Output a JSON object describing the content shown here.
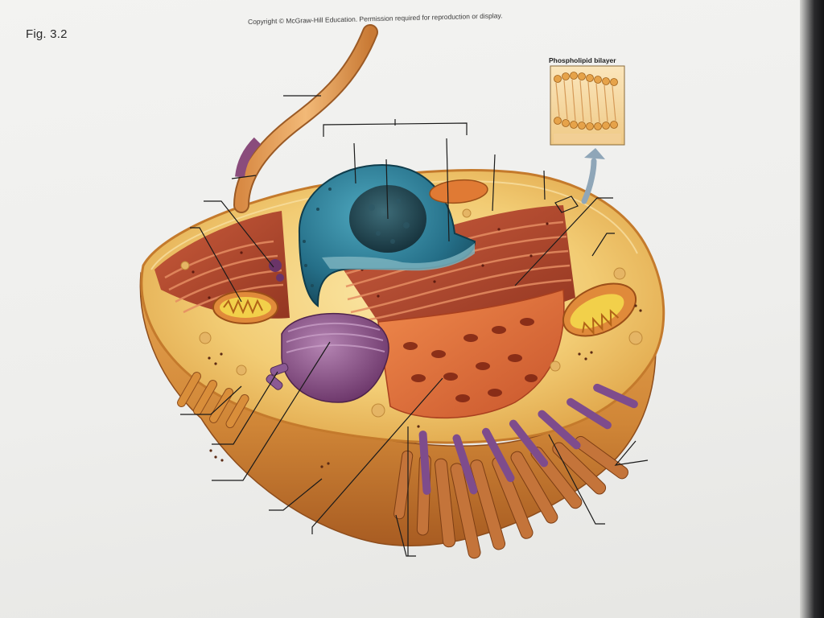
{
  "figure": {
    "label": "Fig. 3.2",
    "copyright": "Copyright © McGraw-Hill Education. Permission required for reproduction or display.",
    "inset_title": "Phospholipid bilayer"
  },
  "colors": {
    "paper": "#efefed",
    "cytoplasm": "#f0c66a",
    "membrane": "#d98e3a",
    "nucleus": "#2e7d94",
    "rough_er": "#b9442a",
    "golgi": "#8a4a86",
    "mitochondrion": "#e08a3a",
    "label_line": "#1a1a1a"
  },
  "diagram": {
    "subject": "animal cell",
    "blank_label_lines": 21
  }
}
